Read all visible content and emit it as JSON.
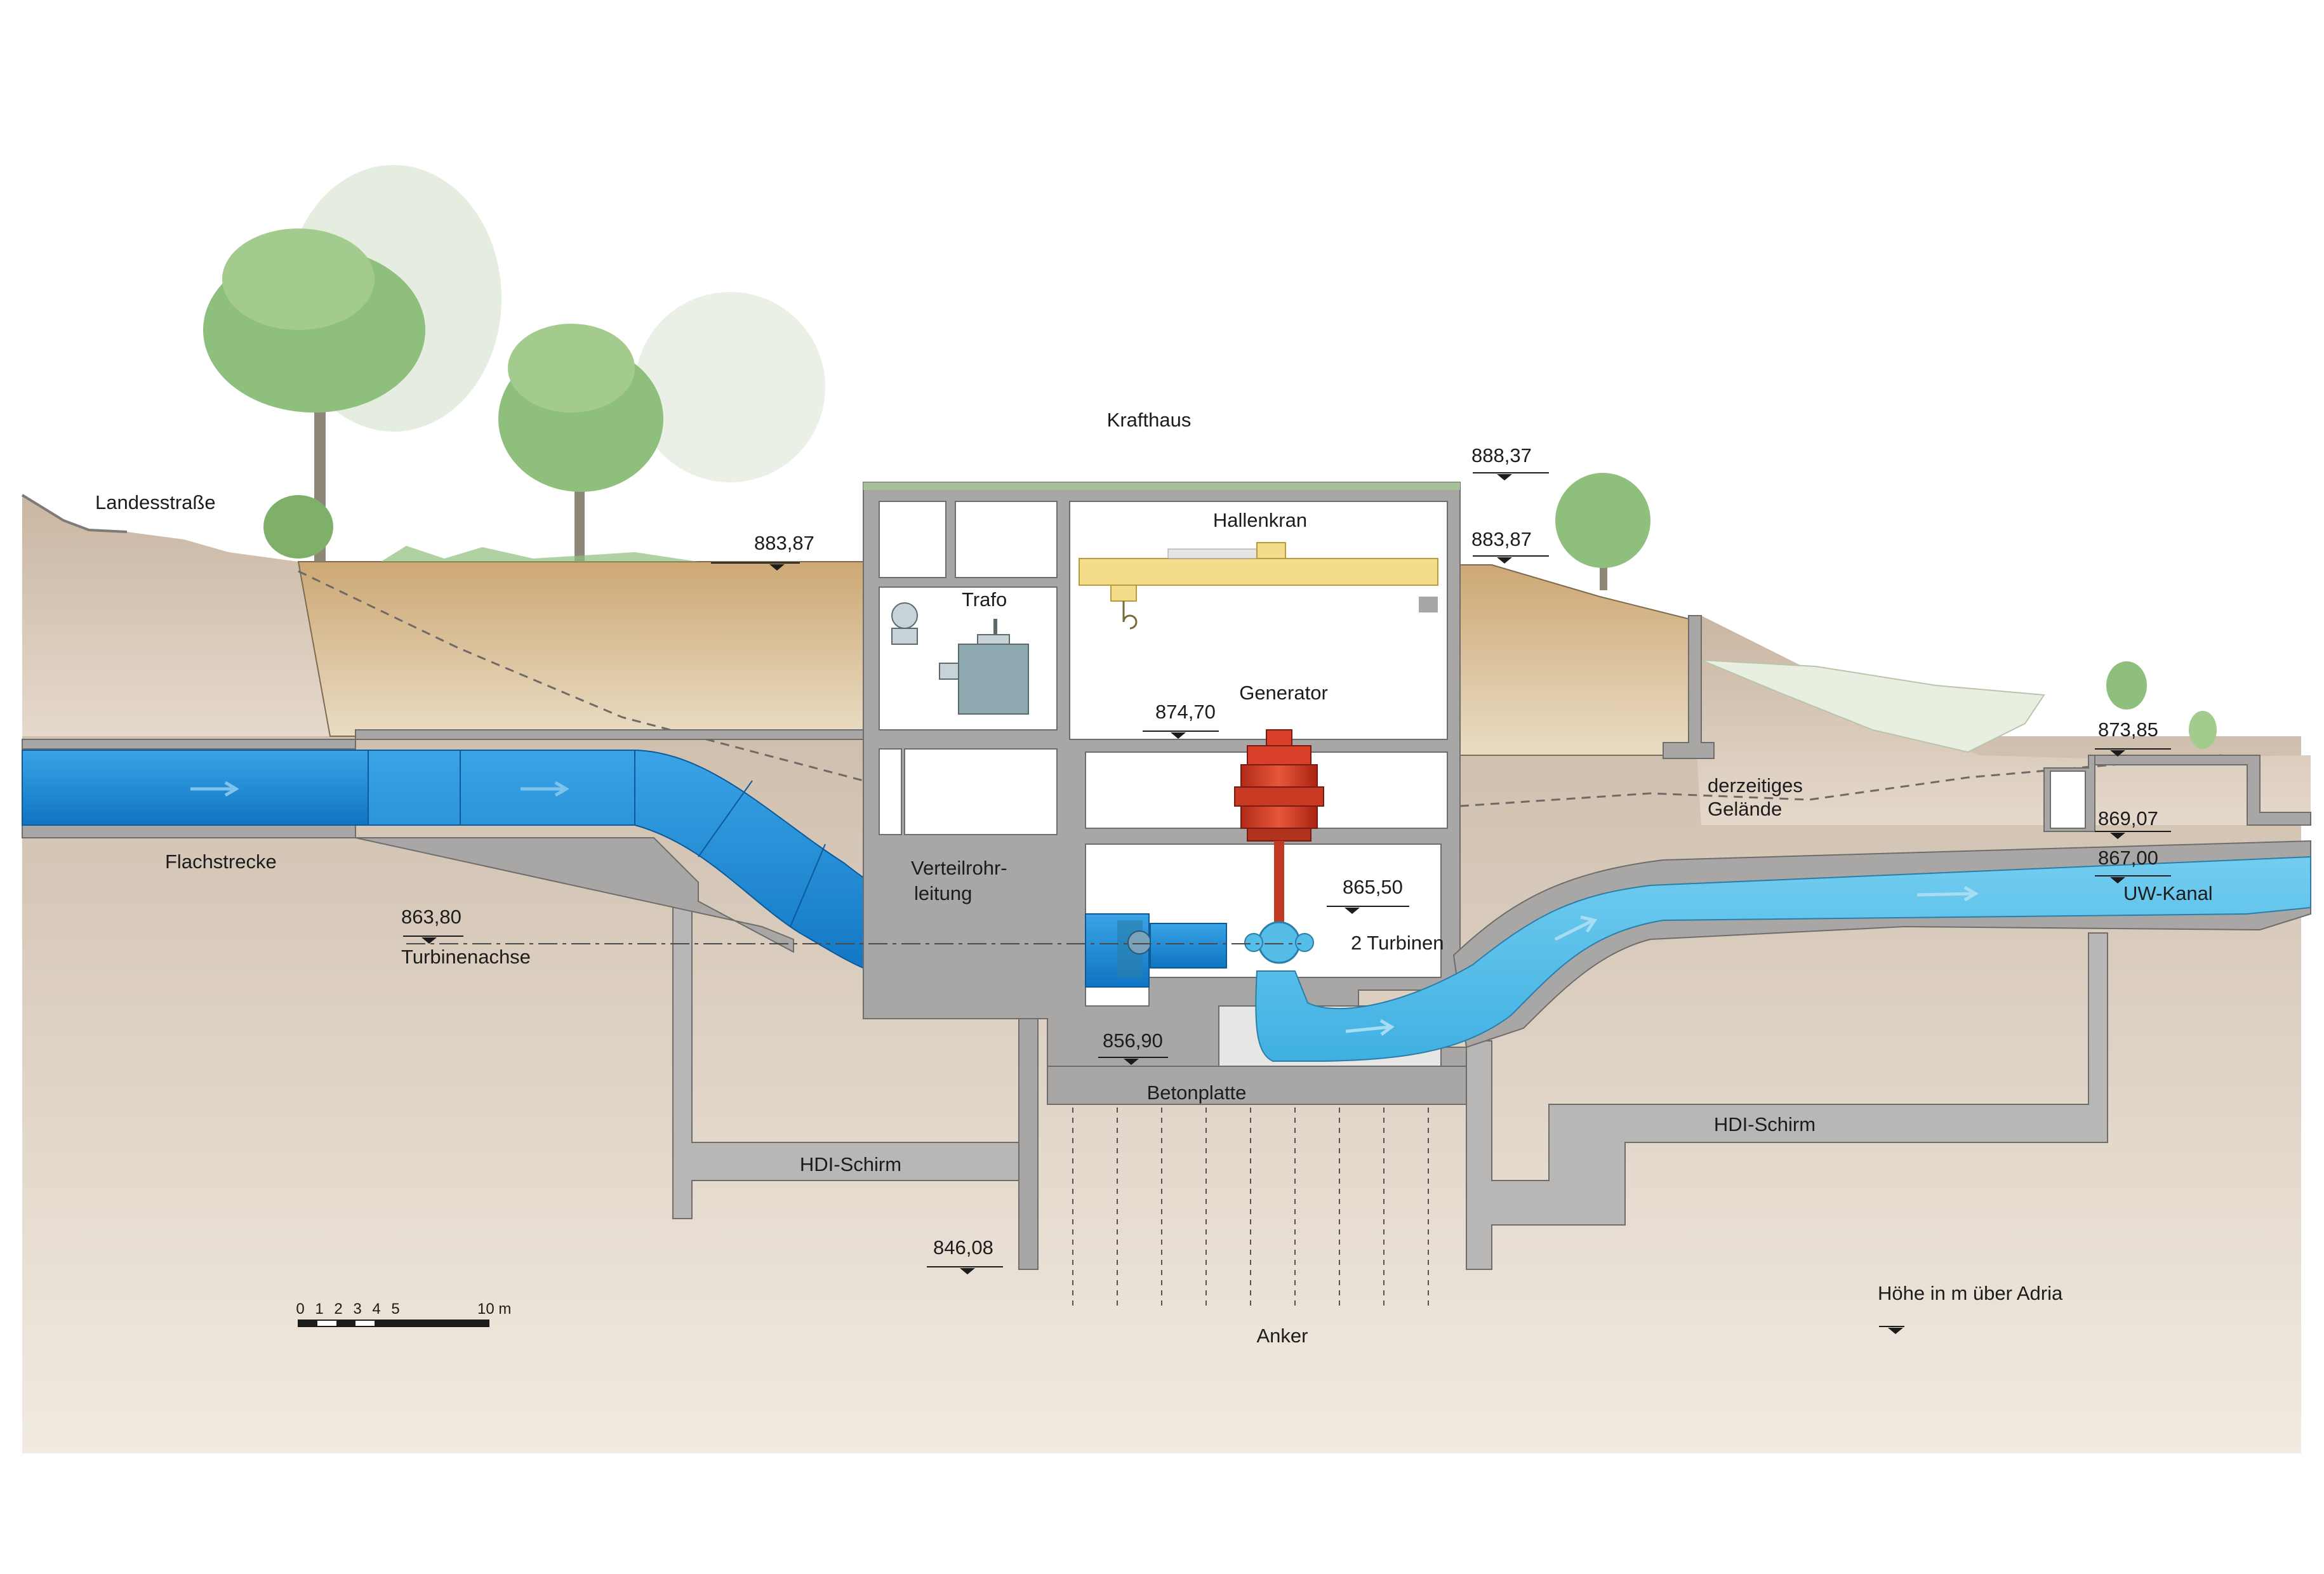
{
  "title": "Krafthaus",
  "labels": {
    "landesstrasse": "Landesstraße",
    "flachstrecke": "Flachstrecke",
    "verteilrohrleitung_1": "Verteilrohr-",
    "verteilrohrleitung_2": "leitung",
    "turbinenachse": "Turbinenachse",
    "trafo": "Trafo",
    "hallenkran": "Hallenkran",
    "generator": "Generator",
    "turbinen": "2 Turbinen",
    "derzeitiges_1": "derzeitiges",
    "derzeitiges_2": "Gelände",
    "uw_kanal": "UW-Kanal",
    "betonplatte": "Betonplatte",
    "hdi_left": "HDI-Schirm",
    "hdi_right": "HDI-Schirm",
    "anker": "Anker",
    "legend": "Höhe in m über Adria"
  },
  "elevations": {
    "e888_37": "888,37",
    "e883_87_left": "883,87",
    "e883_87_right": "883,87",
    "e874_70": "874,70",
    "e873_85": "873,85",
    "e869_07": "869,07",
    "e867_00": "867,00",
    "e865_50": "865,50",
    "e863_80": "863,80",
    "e856_90": "856,90",
    "e846_08": "846,08"
  },
  "scale_bar": {
    "ticks": [
      "0",
      "1",
      "2",
      "3",
      "4",
      "5"
    ],
    "end_label": "10 m"
  },
  "colors": {
    "ground": "#d9cbbd",
    "embankment": "#d6b98a",
    "pipe_blue": "#1f8fd8",
    "channel_blue": "#55bde8",
    "concrete": "#a9a7a5",
    "crane": "#f3dc8a",
    "generator": "#d8402a",
    "tree": "#8fbf7c"
  }
}
